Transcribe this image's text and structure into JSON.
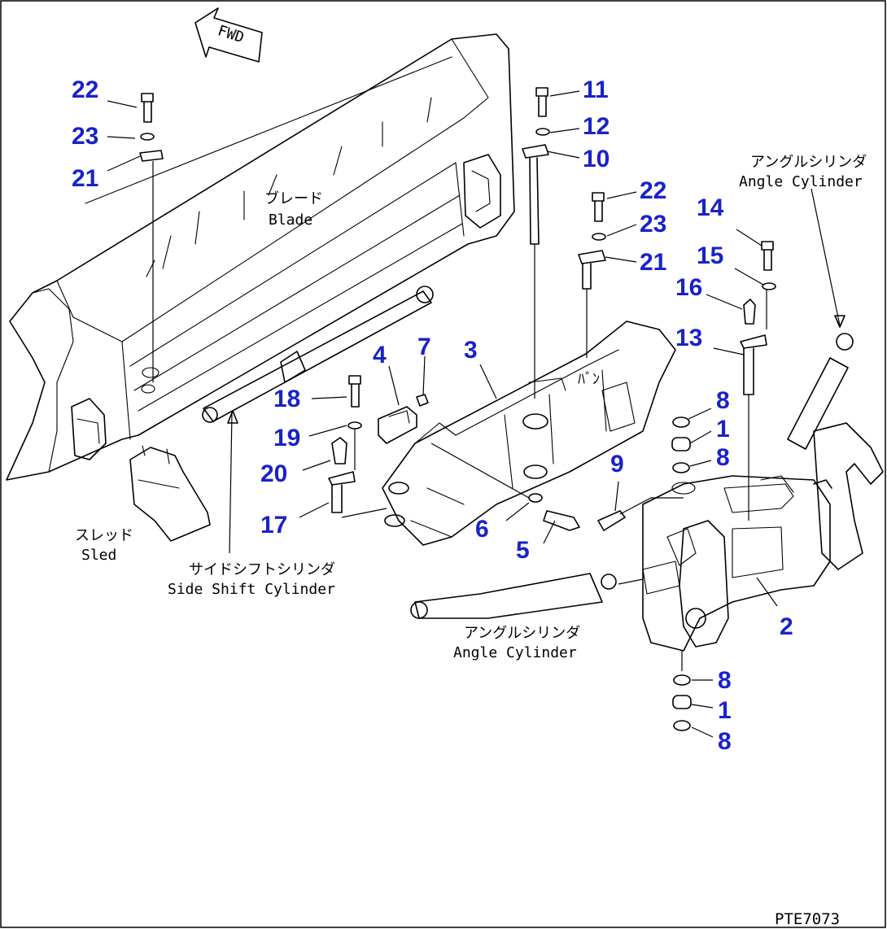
{
  "labels": {
    "fwd": "FWD",
    "blade_jp": "ブレード",
    "blade_en": "Blade",
    "sled_jp": "スレッド",
    "sled_en": "Sled",
    "side_shift_jp": "サイドシフトシリンダ",
    "side_shift_en": "Side Shift Cylinder",
    "angle_cyl_top_jp": "アングルシリンダ",
    "angle_cyl_top_en": "Angle Cylinder",
    "angle_cyl_bottom_jp": "アングルシリンダ",
    "angle_cyl_bottom_en": "Angle Cylinder",
    "drawing_code": "PTE7073"
  },
  "callouts": {
    "c22a": "22",
    "c23a": "23",
    "c21a": "21",
    "c11": "11",
    "c12": "12",
    "c10": "10",
    "c22b": "22",
    "c23b": "23",
    "c21b": "21",
    "c14": "14",
    "c15": "15",
    "c16": "16",
    "c13": "13",
    "c4": "4",
    "c7": "7",
    "c3": "3",
    "c18": "18",
    "c19": "19",
    "c20": "20",
    "c17": "17",
    "c8a": "8",
    "c1a": "1",
    "c8b": "8",
    "c9": "9",
    "c6": "6",
    "c5": "5",
    "c2": "2",
    "c8c": "8",
    "c1b": "1",
    "c8d": "8"
  }
}
